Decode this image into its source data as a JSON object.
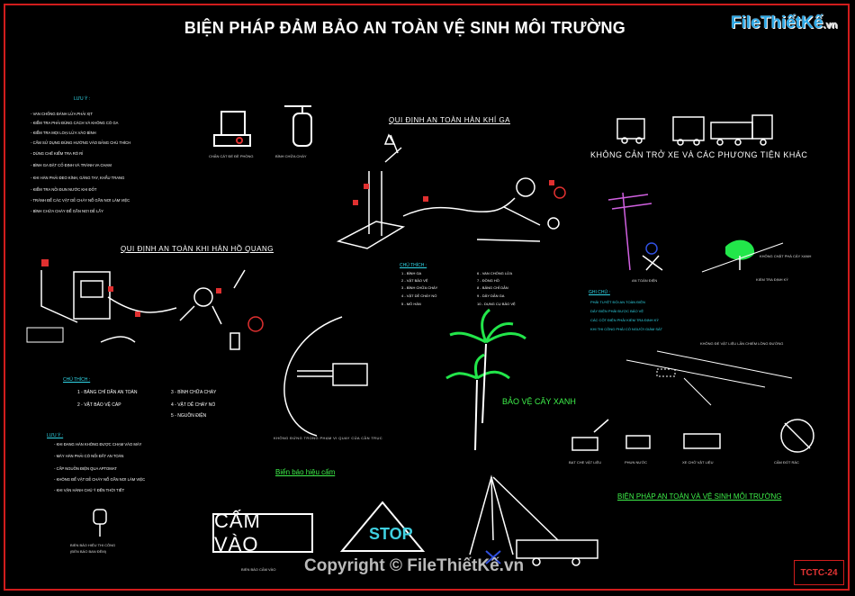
{
  "title": "BIỆN PHÁP ĐẢM BẢO AN TOÀN VỆ SINH MÔI TRƯỜNG",
  "logo": {
    "text": "FileThiếtKế",
    "suffix": ".vn"
  },
  "sections": {
    "welding_gas": "QUI ĐỊNH AN TOÀN HÀN KHÍ GA",
    "welding_arc": "QUI ĐỊNH AN TOÀN KHI HÀN HỒ QUANG",
    "no_obstruct": "KHÔNG CẢN TRỞ XE VÀ CÁC PHƯƠNG TIỆN KHÁC",
    "protect_trees": "BẢO VỆ CÂY XANH",
    "warning_signs": "Biển báo hiệu cấm",
    "env_measures": "BIỆN PHÁP AN TOÀN VÀ VỆ SINH MÔI TRƯỜNG"
  },
  "signs": {
    "no_entry": "CẤM VÀO",
    "stop": "STOP"
  },
  "notes_header": "LƯU Ý :",
  "notes_top": [
    "VAN CHỐNG ĐÁNH LỬA PHẢI XỊT",
    "KIỂM TRA PHẢI ĐÚNG CÁCH VÀ KHÔNG CÓ GA",
    "KIỂM TRA MỌI LOẠI LỬA VÀO BÌNH",
    "CẤM SỬ DỤNG ĐÚNG HƯỚNG VÀO BẢNG CHÚ THÍCH",
    "DÙNG CHẾ KIỂM TRA RÒ RỈ",
    "BÌNH GA ĐẶT CỐ ĐỊNH VÀ TRÁNH VA CHẠM",
    "KHI HÀN PHẢI ĐEO KÍNH, GĂNG TAY, KHẨU TRANG",
    "KIỂM TRA NỒI ĐUN NƯỚC KHI ĐỐT",
    "TRÁNH ĐỂ CÁC VẬT DỄ CHÁY NỔ GẦN NƠI LÀM VIỆC",
    "BÌNH CHỮA CHÁY ĐỂ GẦN NƠI DỄ LẤY"
  ],
  "chu_thich_1": {
    "header": "CHÚ THÍCH :",
    "items": [
      "1 - BẢNG CHỈ DẪN AN TOÀN",
      "2 - VẬT BẢO VỆ CÁP",
      "3 - BÌNH CHỮA CHÁY",
      "4 - VẬT DỄ CHÁY NỔ",
      "5 - NGUỒN ĐIỆN"
    ]
  },
  "notes_bottom": {
    "header": "LƯU Ý :",
    "items": [
      "KHI ĐANG HÀN KHÔNG ĐƯỢC CHẠM VÀO MÁY",
      "MÁY HÀN PHẢI CÓ NỐI ĐẤT AN TOÀN",
      "CẤP NGUỒN ĐIỆN QUA APTOMAT",
      "KHÔNG ĐỂ VẬT DỄ CHÁY NỔ GẦN NƠI LÀM VIỆC",
      "KHI VẬN HÀNH CHÚ Ý ĐẾN THỜI TIẾT"
    ]
  },
  "chu_thich_2": {
    "header": "CHÚ THÍCH :",
    "left": [
      "1 - BÌNH GA",
      "2 - VẬT BẢO VỆ",
      "3 - BÌNH CHỮA CHÁY",
      "4 - VẬT DỄ CHÁY NỔ",
      "5 - MỎ HÀN"
    ],
    "right": [
      "6 - VAN CHỐNG LỬA",
      "7 - ĐỒNG HỒ",
      "8 - BẢNG CHỈ DẪN",
      "9 - DÂY DẪN GA",
      "10 - DỤNG CỤ BẢO VỆ"
    ]
  },
  "ghi_chu": {
    "header": "GHI CHÚ :",
    "items": [
      "PHẢI TUYỆT ĐỐI AN TOÀN ĐIỆN",
      "DÂY ĐIỆN PHẢI ĐƯỢC BẢO VỆ",
      "CÁC CỘT ĐIỆN PHẢI KIỂM TRA ĐỊNH KỲ",
      "KHI THI CÔNG PHẢI CÓ NGƯỜI GIÁM SÁT"
    ]
  },
  "captions": {
    "sand": "CHẤN CÁT ĐỂ ĐỀ PHÒNG",
    "extinguisher": "BÌNH CHỮA CHÁY",
    "crane_radius": "KHÔNG ĐỨNG TRONG PHẠM VI QUAY CỦA CẦN TRỤC",
    "tree_caption_1": "KHÔNG CHẶT PHÁ CÂY XANH",
    "tree_caption_2": "KIỂM TRA ĐỊNH KỲ",
    "worker": "AN TOÀN ĐIỆN",
    "road_note": "KHÔNG ĐỂ VẬT LIỆU LẤN CHIẾM LÒNG ĐƯỜNG",
    "lamp": "BIỂN BÁO HIỆU THI CÔNG",
    "lamp_sub": "(ĐÈN BÁO BAN ĐÊM)",
    "no_entry_caption": "BIỂN BÁO CẤM VÀO",
    "env_icons": [
      "BẠT CHE VẬT LIỆU",
      "PHUN NƯỚC",
      "XE CHỞ VẬT LIỆU",
      "CẤM ĐỐT RÁC"
    ]
  },
  "copyright": "Copyright © FileThiếtKế.vn",
  "drawing_code": "TCTC-24",
  "colors": {
    "frame": "#d01c1c",
    "cyan": "#30d7e8",
    "green": "#3ef04a",
    "palm": "#22e64a",
    "magenta": "#d060e0"
  }
}
